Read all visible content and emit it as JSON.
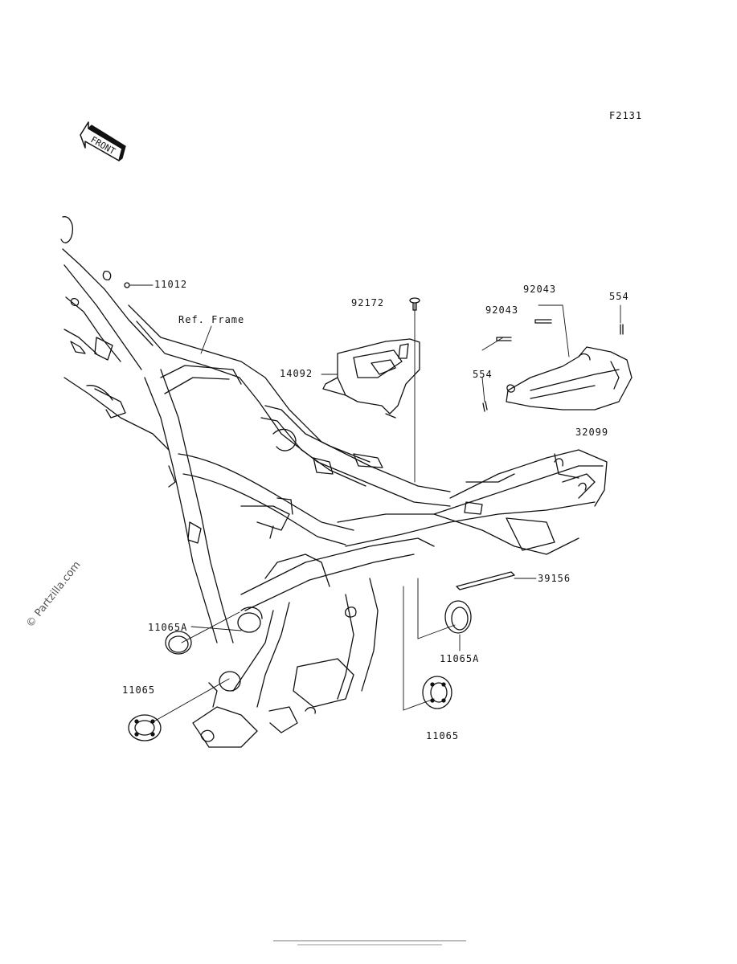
{
  "diagram_code": "F2131",
  "front_arrow_text": "FRONT",
  "watermark": "© Partzilla.com",
  "ref_label": "Ref. Frame",
  "parts": {
    "p11012": "11012",
    "p92172": "92172",
    "p92043a": "92043",
    "p92043b": "92043",
    "p554a": "554",
    "p554b": "554",
    "p14092": "14092",
    "p32099": "32099",
    "p39156": "39156",
    "p11065A_left": "11065A",
    "p11065_left": "11065",
    "p11065A_right": "11065A",
    "p11065_right": "11065"
  },
  "colors": {
    "ink": "#111111",
    "background": "#ffffff"
  }
}
